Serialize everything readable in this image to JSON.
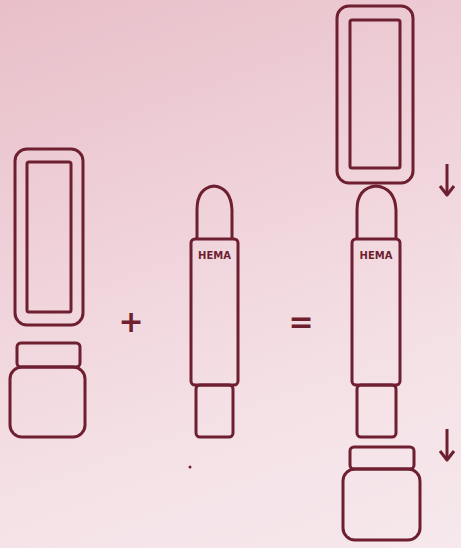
{
  "diagram": {
    "nodes": [
      {
        "text": [
          "HEMA"
        ]
      },
      {
        "text": [
          "HEMA"
        ]
      }
    ],
    "labels": [
      "+",
      "="
    ]
  }
}
